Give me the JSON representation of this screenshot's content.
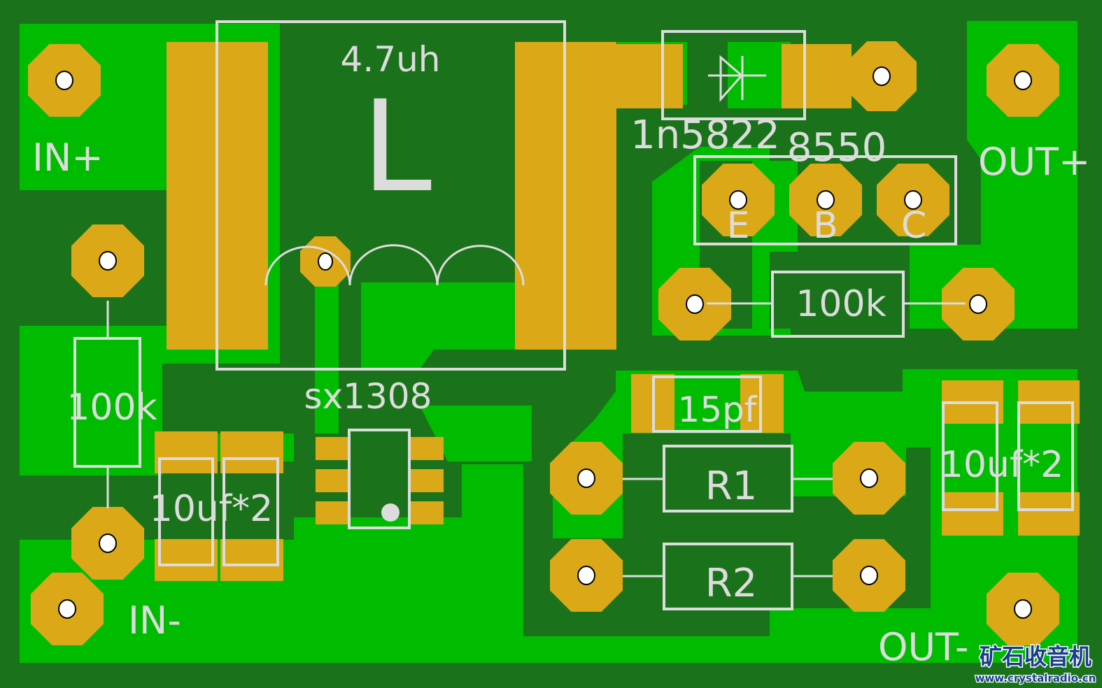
{
  "board": {
    "colors": {
      "substrate": "#1a731a",
      "copper_pour": "#00bc00",
      "pad": "#dba817",
      "silkscreen": "#dcdcdc",
      "drill": "#ffffff"
    }
  },
  "labels": {
    "in_plus": "IN+",
    "in_minus": "IN-",
    "out_plus": "OUT+",
    "out_minus": "OUT-",
    "inductor_value": "4.7uh",
    "inductor_ref": "L",
    "diode": "1n5822",
    "transistor": "8550",
    "pin_e": "E",
    "pin_b": "B",
    "pin_c": "C",
    "res_top": "100k",
    "res_left": "100k",
    "ic": "sx1308",
    "cap_15pf": "15pf",
    "r1": "R1",
    "r2": "R2",
    "cap_in": "10uf*2",
    "cap_out": "10uf*2"
  },
  "watermark": {
    "title": "矿石收音机",
    "url": "www.crystalradio.cn"
  }
}
